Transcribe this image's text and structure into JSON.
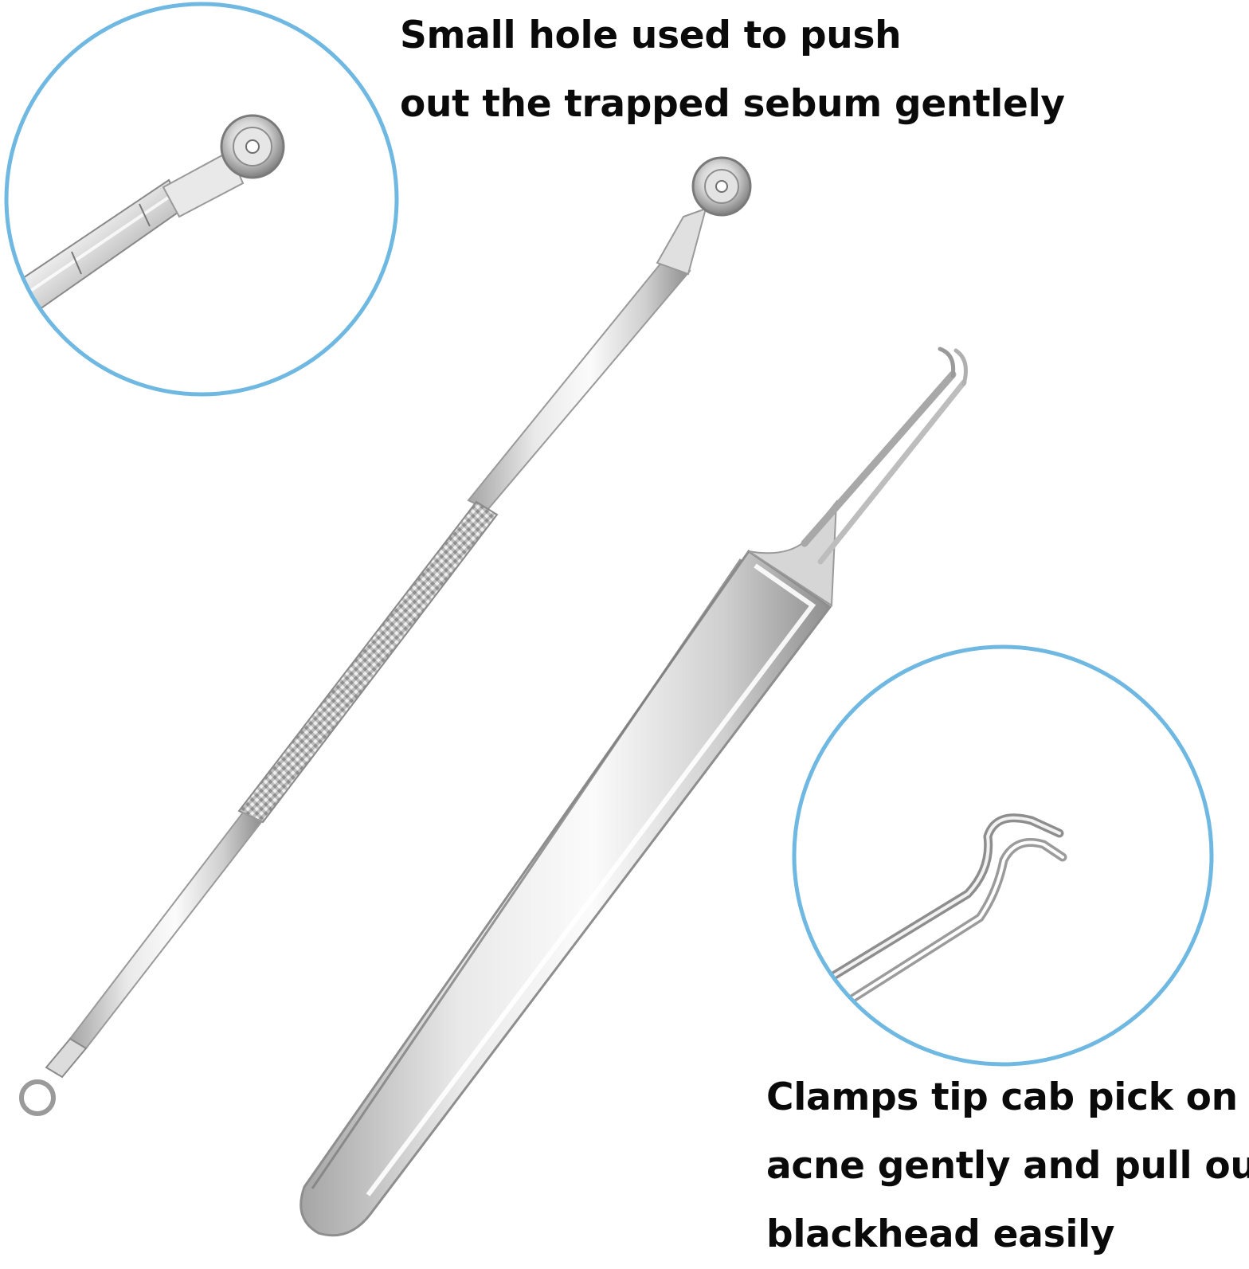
{
  "captions": {
    "top": {
      "line1": "Small hole used to push",
      "line2": "out the trapped sebum gentlely"
    },
    "bottom": {
      "line1": "Clamps tip cab pick on",
      "line2": "acne gently and pull out",
      "line3": "blackhead easily"
    }
  },
  "colors": {
    "circle_stroke": "#6fb8e2",
    "metal_light": "#f4f4f4",
    "metal_mid": "#c9c9c9",
    "metal_dark": "#8a8a8a",
    "text": "#0a0a0a",
    "background": "#ffffff"
  }
}
